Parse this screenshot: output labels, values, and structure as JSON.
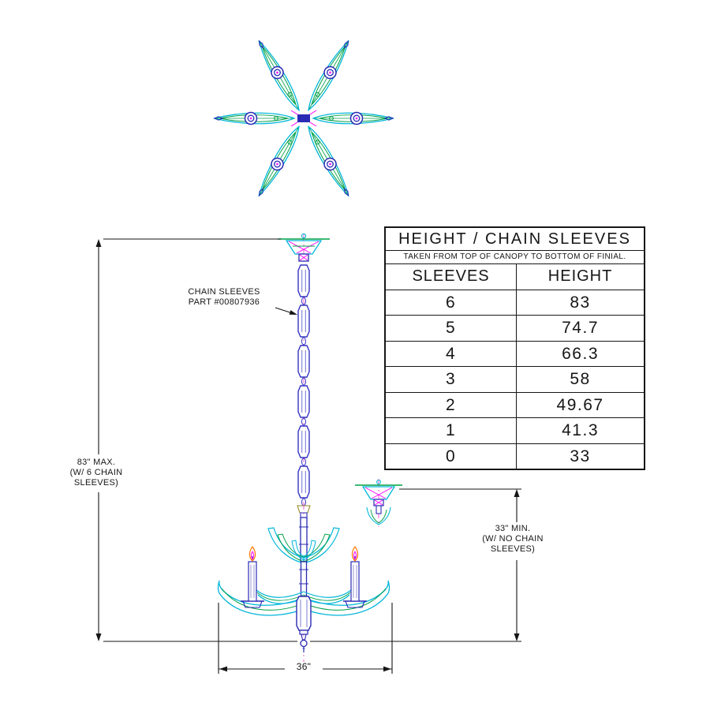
{
  "table": {
    "title": "HEIGHT / CHAIN SLEEVES",
    "subtitle": "TAKEN FROM TOP OF CANOPY TO BOTTOM OF FINIAL.",
    "headers": {
      "sleeves": "SLEEVES",
      "height": "HEIGHT"
    },
    "rows": [
      {
        "sleeves": "6",
        "height": "83"
      },
      {
        "sleeves": "5",
        "height": "74.7"
      },
      {
        "sleeves": "4",
        "height": "66.3"
      },
      {
        "sleeves": "3",
        "height": "58"
      },
      {
        "sleeves": "2",
        "height": "49.67"
      },
      {
        "sleeves": "1",
        "height": "41.3"
      },
      {
        "sleeves": "0",
        "height": "33"
      }
    ]
  },
  "annotations": {
    "chain_sleeves": {
      "line1": "CHAIN SLEEVES",
      "line2": "PART #00807936"
    },
    "max_height": {
      "line1": "83\" MAX.",
      "line2": "(W/ 6 CHAIN",
      "line3": "SLEEVES)"
    },
    "min_height": {
      "line1": "33\" MIN.",
      "line2": "(W/ NO CHAIN",
      "line3": "SLEEVES)"
    },
    "width": "36\""
  },
  "colors": {
    "cyan": "#00b6d9",
    "green": "#00a046",
    "navy": "#2a2ab4",
    "magenta": "#ff00ff",
    "orange": "#ff7a00",
    "dimension_black": "#161616"
  }
}
